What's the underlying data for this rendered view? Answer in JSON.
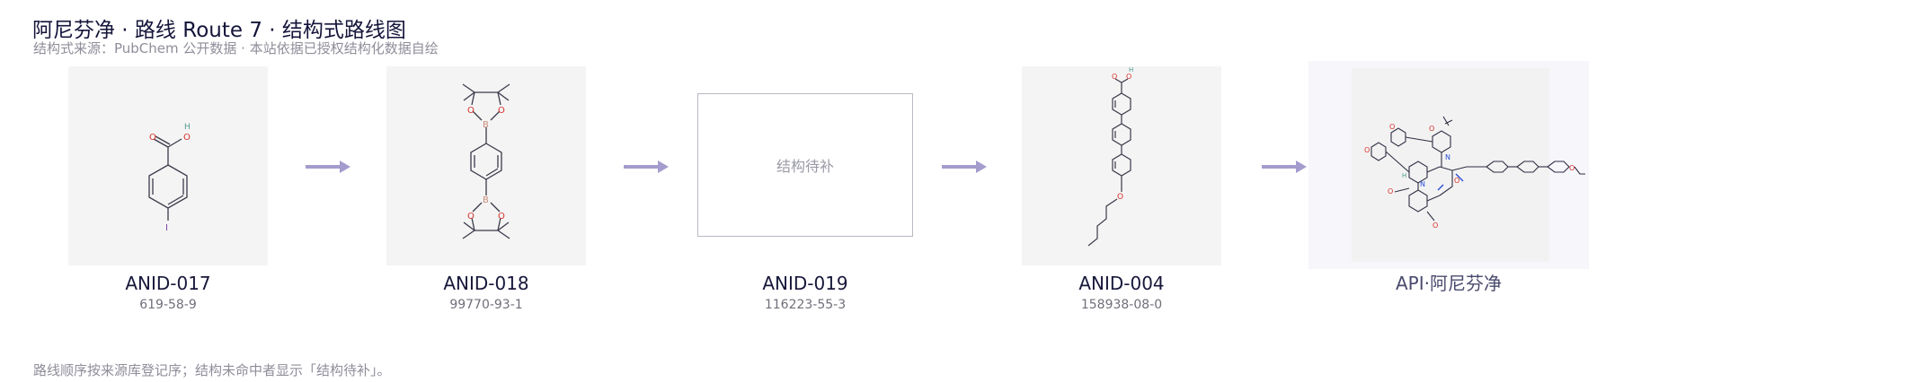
{
  "header": {
    "title": "阿尼芬净 · 路线 Route 7 · 结构式路线图",
    "subtitle": "结构式来源：PubChem 公开数据 · 本站依据已授权结构化数据自绘"
  },
  "route": {
    "nodes": [
      {
        "label": "ANID-017",
        "cas": "619-58-9"
      },
      {
        "label": "ANID-018",
        "cas": "99770-93-1"
      },
      {
        "label": "ANID-019",
        "cas": "116223-55-3",
        "placeholder_text": "结构待补"
      },
      {
        "label": "ANID-004",
        "cas": "158938-08-0"
      }
    ],
    "api": {
      "label": "API·阿尼芬净"
    }
  },
  "atoms": {
    "oxygen": "O",
    "hydrogen": "H",
    "iodine": "I",
    "boron": "B",
    "nitrogen": "N"
  },
  "colors": {
    "arrow": "#a39ccd",
    "bond": "#3a3a4a",
    "oxygen": "#d8302a",
    "boron": "#c98b7a",
    "nitrogen": "#2a4fd8",
    "hydrogen": "#4f9a8e",
    "iodine": "#7a3fa0"
  },
  "footer": {
    "note": "路线顺序按来源库登记序；结构未命中者显示「结构待补」。"
  }
}
